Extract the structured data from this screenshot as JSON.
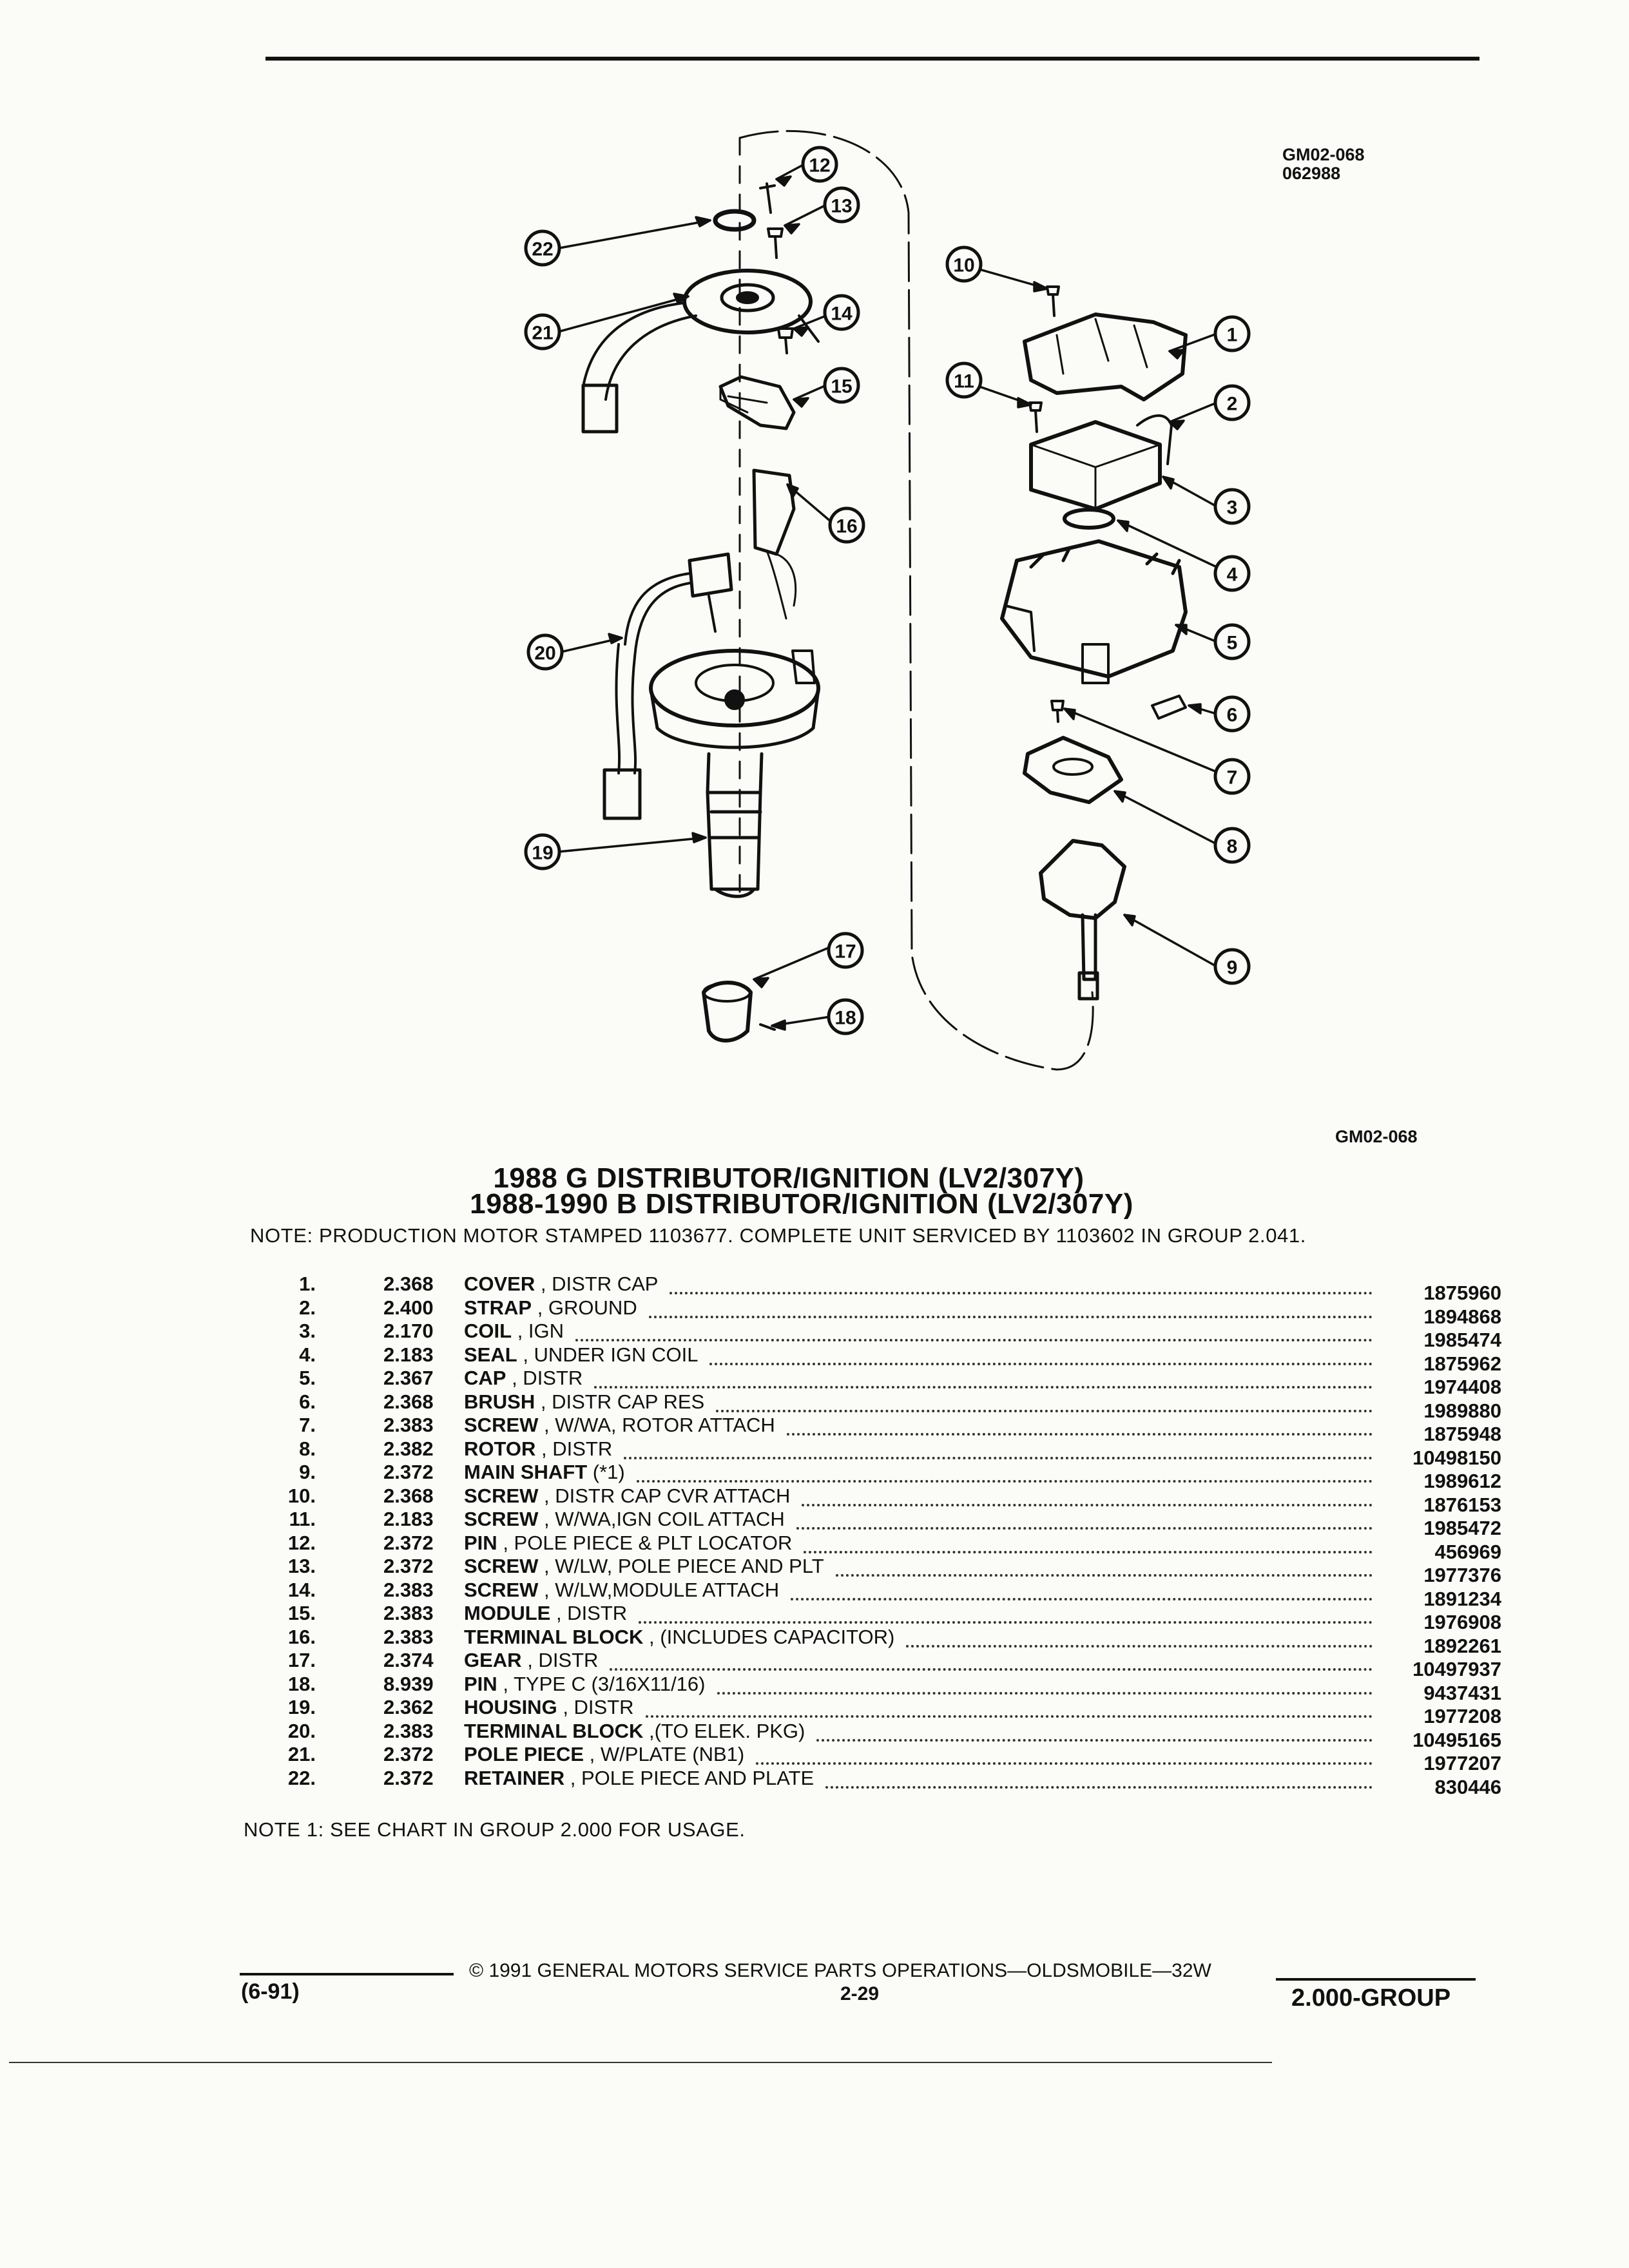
{
  "header": {
    "figure_id": "GM02-068",
    "date_code": "062988"
  },
  "diagram": {
    "callouts": [
      "1",
      "2",
      "3",
      "4",
      "5",
      "6",
      "7",
      "8",
      "9",
      "10",
      "11",
      "12",
      "13",
      "14",
      "15",
      "16",
      "17",
      "18",
      "19",
      "20",
      "21",
      "22"
    ],
    "figure_id_below": "GM02-068"
  },
  "titles": {
    "line1": "1988 G DISTRIBUTOR/IGNITION (LV2/307Y)",
    "line2": "1988-1990 B DISTRIBUTOR/IGNITION (LV2/307Y)"
  },
  "note_top": "NOTE:  PRODUCTION MOTOR STAMPED 1103677. COMPLETE UNIT SERVICED BY 1103602 IN GROUP 2.041.",
  "parts": [
    {
      "num": "1.",
      "group": "2.368",
      "name": "COVER",
      "desc": ", DISTR CAP",
      "part": "1875960"
    },
    {
      "num": "2.",
      "group": "2.400",
      "name": "STRAP",
      "desc": ", GROUND",
      "part": "1894868"
    },
    {
      "num": "3.",
      "group": "2.170",
      "name": "COIL",
      "desc": ", IGN",
      "part": "1985474"
    },
    {
      "num": "4.",
      "group": "2.183",
      "name": "SEAL",
      "desc": ", UNDER IGN COIL",
      "part": "1875962"
    },
    {
      "num": "5.",
      "group": "2.367",
      "name": "CAP",
      "desc": ", DISTR",
      "part": "1974408"
    },
    {
      "num": "6.",
      "group": "2.368",
      "name": "BRUSH",
      "desc": ", DISTR CAP RES",
      "part": "1989880"
    },
    {
      "num": "7.",
      "group": "2.383",
      "name": "SCREW",
      "desc": ", W/WA, ROTOR ATTACH",
      "part": "1875948"
    },
    {
      "num": "8.",
      "group": "2.382",
      "name": "ROTOR",
      "desc": ", DISTR",
      "part": "10498150"
    },
    {
      "num": "9.",
      "group": "2.372",
      "name": "MAIN SHAFT",
      "desc": "(*1)",
      "part": "1989612"
    },
    {
      "num": "10.",
      "group": "2.368",
      "name": "SCREW",
      "desc": ", DISTR CAP CVR ATTACH",
      "part": "1876153"
    },
    {
      "num": "11.",
      "group": "2.183",
      "name": "SCREW",
      "desc": ", W/WA,IGN COIL ATTACH",
      "part": "1985472"
    },
    {
      "num": "12.",
      "group": "2.372",
      "name": "PIN",
      "desc": ", POLE PIECE & PLT LOCATOR",
      "part": "456969"
    },
    {
      "num": "13.",
      "group": "2.372",
      "name": "SCREW",
      "desc": ", W/LW, POLE PIECE AND PLT",
      "part": "1977376"
    },
    {
      "num": "14.",
      "group": "2.383",
      "name": "SCREW",
      "desc": ", W/LW,MODULE ATTACH",
      "part": "1891234"
    },
    {
      "num": "15.",
      "group": "2.383",
      "name": "MODULE",
      "desc": ", DISTR",
      "part": "1976908"
    },
    {
      "num": "16.",
      "group": "2.383",
      "name": "TERMINAL BLOCK",
      "desc": ", (INCLUDES CAPACITOR)",
      "part": "1892261"
    },
    {
      "num": "17.",
      "group": "2.374",
      "name": "GEAR",
      "desc": ", DISTR",
      "part": "10497937"
    },
    {
      "num": "18.",
      "group": "8.939",
      "name": "PIN",
      "desc": ", TYPE C (3/16X11/16)",
      "part": "9437431"
    },
    {
      "num": "19.",
      "group": "2.362",
      "name": "HOUSING",
      "desc": ", DISTR",
      "part": "1977208"
    },
    {
      "num": "20.",
      "group": "2.383",
      "name": "TERMINAL BLOCK",
      "desc": ",(TO ELEK. PKG)",
      "part": "10495165"
    },
    {
      "num": "21.",
      "group": "2.372",
      "name": "POLE PIECE",
      "desc": ", W/PLATE (NB1)",
      "part": "1977207"
    },
    {
      "num": "22.",
      "group": "2.372",
      "name": "RETAINER",
      "desc": ", POLE PIECE AND PLATE",
      "part": "830446"
    }
  ],
  "note_bottom": "NOTE  1:  SEE CHART IN GROUP 2.000 FOR USAGE.",
  "footer": {
    "copyright": "©  1991  GENERAL MOTORS SERVICE PARTS OPERATIONS—OLDSMOBILE—32W",
    "page": "2-29",
    "revision": "(6-91)",
    "group": "2.000-GROUP"
  }
}
